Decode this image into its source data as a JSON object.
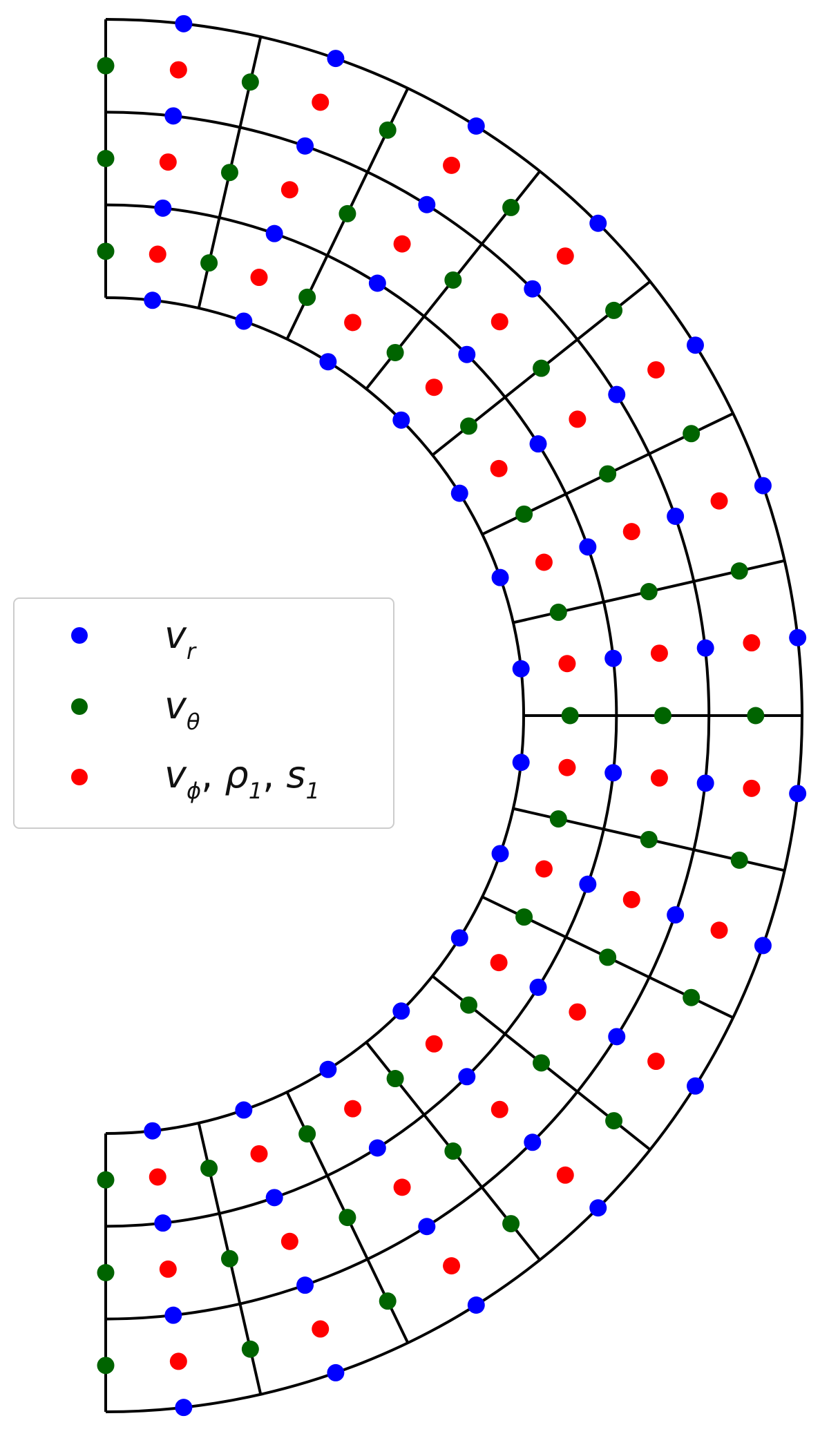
{
  "grid": {
    "radial_divisions": 3,
    "theta_divisions": 14,
    "line_color": "#000000"
  },
  "markers": {
    "v_r": {
      "color": "#0000ff",
      "placement": "cell-face-radial"
    },
    "v_theta": {
      "color": "#006400",
      "placement": "cell-face-theta"
    },
    "v_phi_rho_s": {
      "color": "#ff0000",
      "placement": "cell-center"
    }
  },
  "legend": {
    "entries": [
      {
        "key": "v_r",
        "symbol": "v",
        "sub": "r",
        "color": "#0000ff"
      },
      {
        "key": "v_theta",
        "symbol": "v",
        "sub": "θ",
        "color": "#006400"
      },
      {
        "key": "v_phi_rho_s",
        "parts": [
          {
            "symbol": "v",
            "sub": "ϕ"
          },
          {
            "symbol": "ρ",
            "sub": "1"
          },
          {
            "symbol": "s",
            "sub": "1"
          }
        ],
        "color": "#ff0000"
      }
    ]
  }
}
